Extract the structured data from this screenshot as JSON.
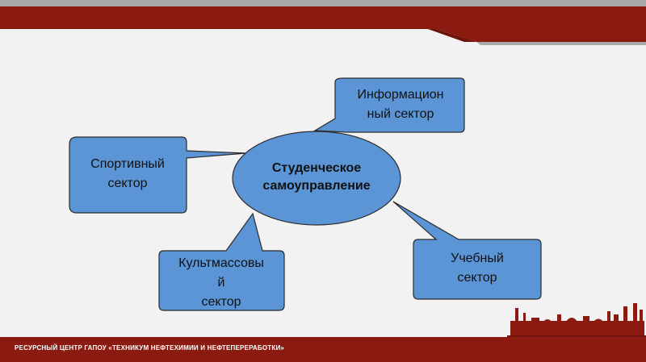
{
  "slide": {
    "center": "Студенческое\nсамоуправление",
    "sectors": {
      "info": "Информацион\nный сектор",
      "sport": "Спортивный\nсектор",
      "culture": "Культмассовы\nй\nсектор",
      "study": "Учебный\nсектор"
    },
    "footer": "РЕСУРСНЫЙ ЦЕНТР ГАПОУ «ТЕХНИКУМ НЕФТЕХИМИИ И НЕФТЕПЕРЕРАБОТКИ»"
  },
  "colors": {
    "accent_red": "#8b1a10",
    "node_fill": "#5b95d6",
    "node_border": "#2b2b2b"
  }
}
